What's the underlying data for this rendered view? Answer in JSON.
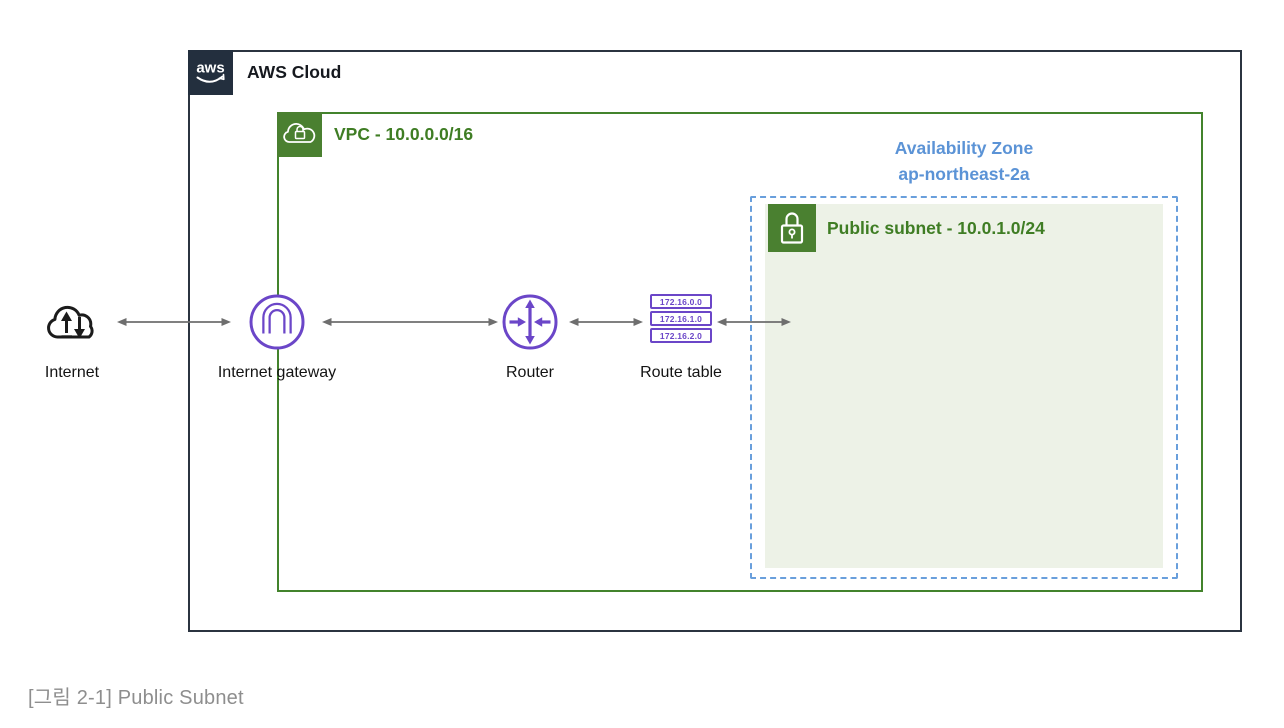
{
  "aws_cloud": {
    "label": "AWS Cloud",
    "logo_text": "aws"
  },
  "vpc": {
    "label": "VPC - 10.0.0.0/16"
  },
  "availability_zone": {
    "line1": "Availability Zone",
    "line2": "ap-northeast-2a"
  },
  "public_subnet": {
    "label": "Public subnet - 10.0.1.0/24"
  },
  "nodes": {
    "internet": {
      "label": "Internet"
    },
    "internet_gateway": {
      "label": "Internet gateway"
    },
    "router": {
      "label": "Router"
    },
    "route_table": {
      "label": "Route table",
      "entries": [
        "172.16.0.0",
        "172.16.1.0",
        "172.16.2.0"
      ]
    }
  },
  "caption": "[그림 2-1] Public Subnet",
  "colors": {
    "aws_dark": "#232f3e",
    "green": "#43832c",
    "subnet_fill": "#edf2e7",
    "az_blue": "#5b93d6",
    "purple": "#6b46c8",
    "arrow_gray": "#6e6e6e",
    "caption_gray": "#8e8e8e"
  }
}
